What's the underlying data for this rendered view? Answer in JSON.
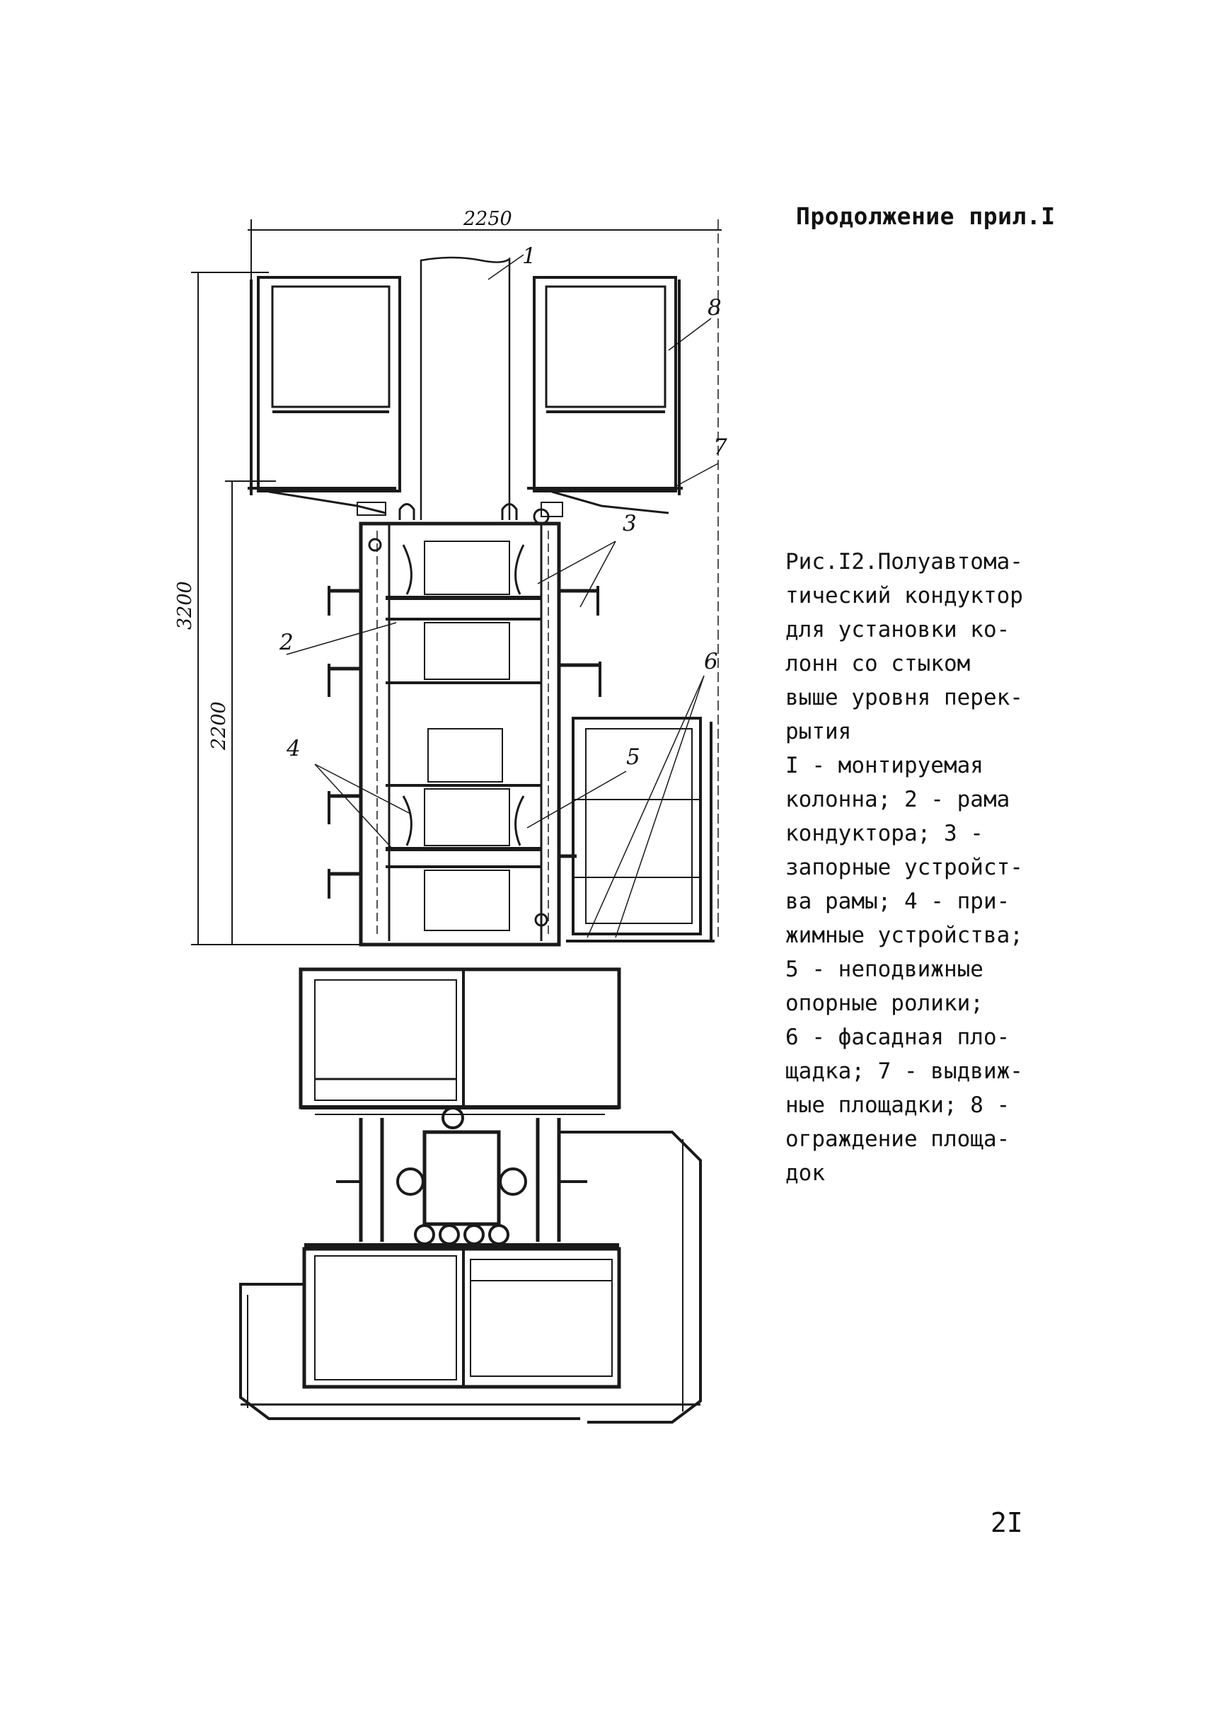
{
  "header": "Продолжение прил.I",
  "figure": {
    "dimensions": {
      "width": "2250",
      "height_total": "3200",
      "height_frame": "2200"
    },
    "callouts": [
      "1",
      "2",
      "3",
      "4",
      "5",
      "6",
      "7",
      "8"
    ]
  },
  "caption": {
    "lines": [
      "Рис.I2.Полуавтома-",
      "тический кондуктор",
      "для установки ко-",
      "лонн со стыком",
      "выше уровня перек-",
      "рытия",
      "I - монтируемая",
      "колонна; 2 - рама",
      "кондуктора; 3 -",
      "запорные устройст-",
      "ва рамы; 4 - при-",
      "жимные устройства;",
      "5 - неподвижные",
      "опорные ролики;",
      "6 - фасадная пло-",
      "щадка; 7 - выдвиж-",
      "ные площадки; 8 -",
      "ограждение площа-",
      "док"
    ]
  },
  "page_number": "2I"
}
